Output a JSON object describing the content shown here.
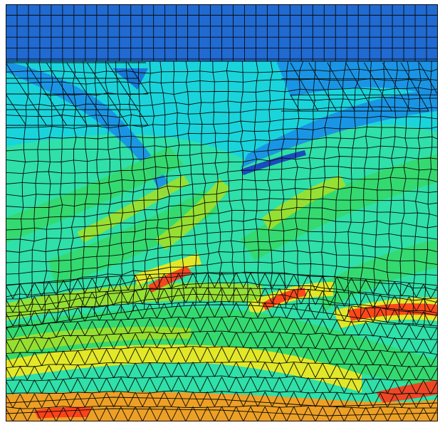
{
  "figure": {
    "kind": "finite-element mesh with contour field",
    "colormap": [
      "#1f5fd6",
      "#1a8fe6",
      "#19d3e0",
      "#2fe0a8",
      "#35d96a",
      "#9ee02a",
      "#f2e81e",
      "#ff9a1a",
      "#ff3a1a",
      "#d61a1a"
    ],
    "mesh_color": "#0a0a0a",
    "regions": [
      {
        "name": "top-layer",
        "mesh": "structured-quad",
        "dominant_color": "#1f5fd6"
      },
      {
        "name": "middle-layer",
        "mesh": "unstructured-quad",
        "dominant_color": "#2fe0a8"
      },
      {
        "name": "lower-layer",
        "mesh": "triangular",
        "dominant_color": "#9ee02a"
      },
      {
        "name": "bottom-strip",
        "mesh": "triangular",
        "dominant_color": "#ff9a1a"
      }
    ]
  }
}
